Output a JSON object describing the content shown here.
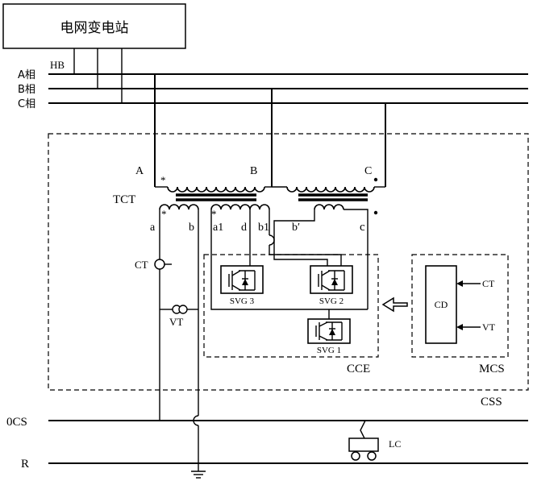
{
  "substation": {
    "label": "电网变电站"
  },
  "grid": {
    "hb_label": "HB",
    "phase_a": "A相",
    "phase_b": "B相",
    "phase_c": "C相"
  },
  "transformer": {
    "name": "TCT",
    "primary": {
      "a": "A",
      "b": "B",
      "c": "C"
    },
    "secondary": {
      "a": "a",
      "b": "b",
      "a1": "a1",
      "d": "d",
      "b1": "b1",
      "b_prime": "b′",
      "c": "c"
    },
    "polarity_mark": "*"
  },
  "instruments": {
    "ct": "CT",
    "vt": "VT"
  },
  "compensator": {
    "block_label": "CCE",
    "svg3": "SVG 3",
    "svg2": "SVG 2",
    "svg1": "SVG 1"
  },
  "control": {
    "block_label": "MCS",
    "cd": "CD",
    "ct_in": "CT",
    "vt_in": "VT"
  },
  "system": {
    "label": "CSS"
  },
  "rails": {
    "ocs": "0CS",
    "r": "R",
    "lc": "LC"
  }
}
